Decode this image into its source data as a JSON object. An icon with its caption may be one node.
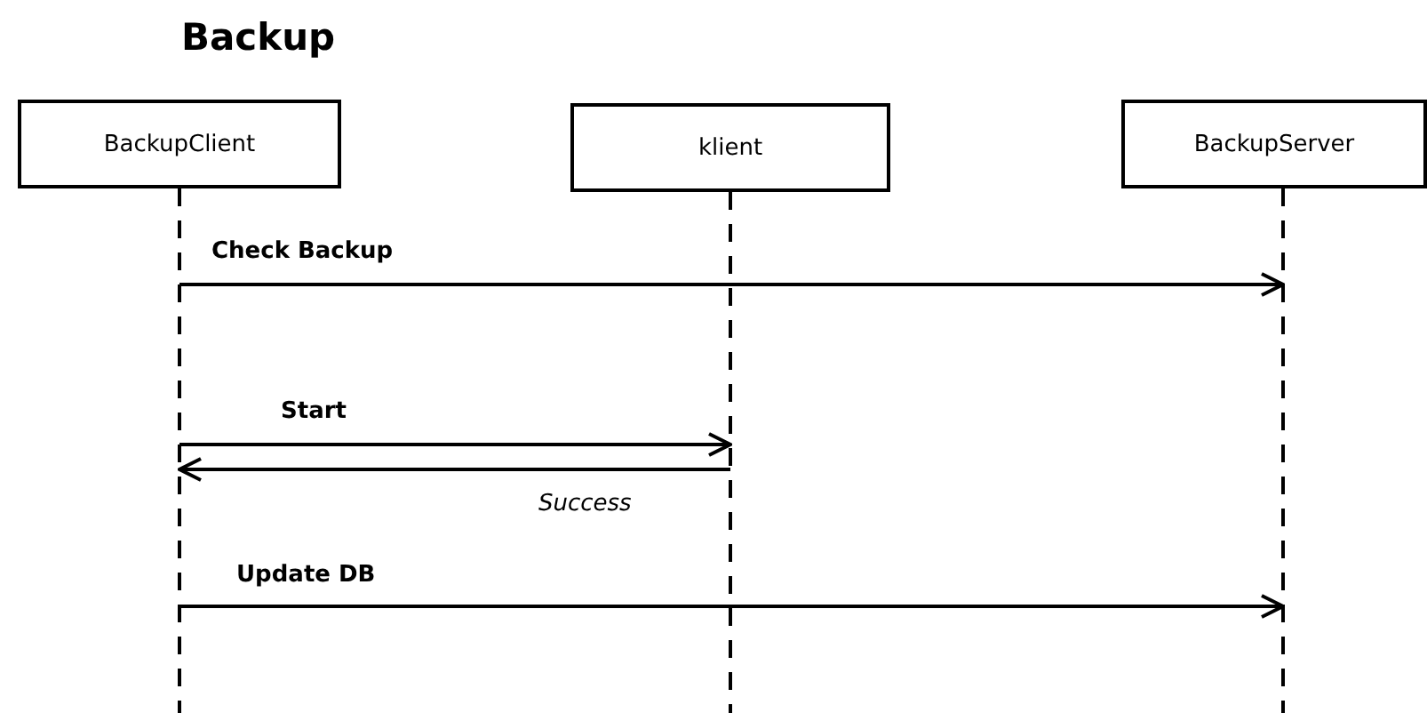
{
  "diagram": {
    "title": "Backup",
    "nodes": [
      {
        "text": [
          "BackupClient"
        ]
      },
      {
        "text": [
          "klient"
        ]
      },
      {
        "text": [
          "BackupServer"
        ]
      },
      {
        "text": [],
        "shape": "line"
      },
      {
        "text": [],
        "shape": "line"
      },
      {
        "text": [],
        "shape": "line"
      }
    ],
    "edges": [
      {
        "from": 3,
        "to": 5,
        "arrow": "to",
        "label": "Check Backup"
      },
      {
        "from": 3,
        "to": 4,
        "arrow": "to",
        "label": "Start"
      },
      {
        "from": 4,
        "to": 3,
        "arrow": "to",
        "label": "Success"
      },
      {
        "from": 3,
        "to": 5,
        "arrow": "to",
        "label": "Update DB"
      }
    ]
  }
}
